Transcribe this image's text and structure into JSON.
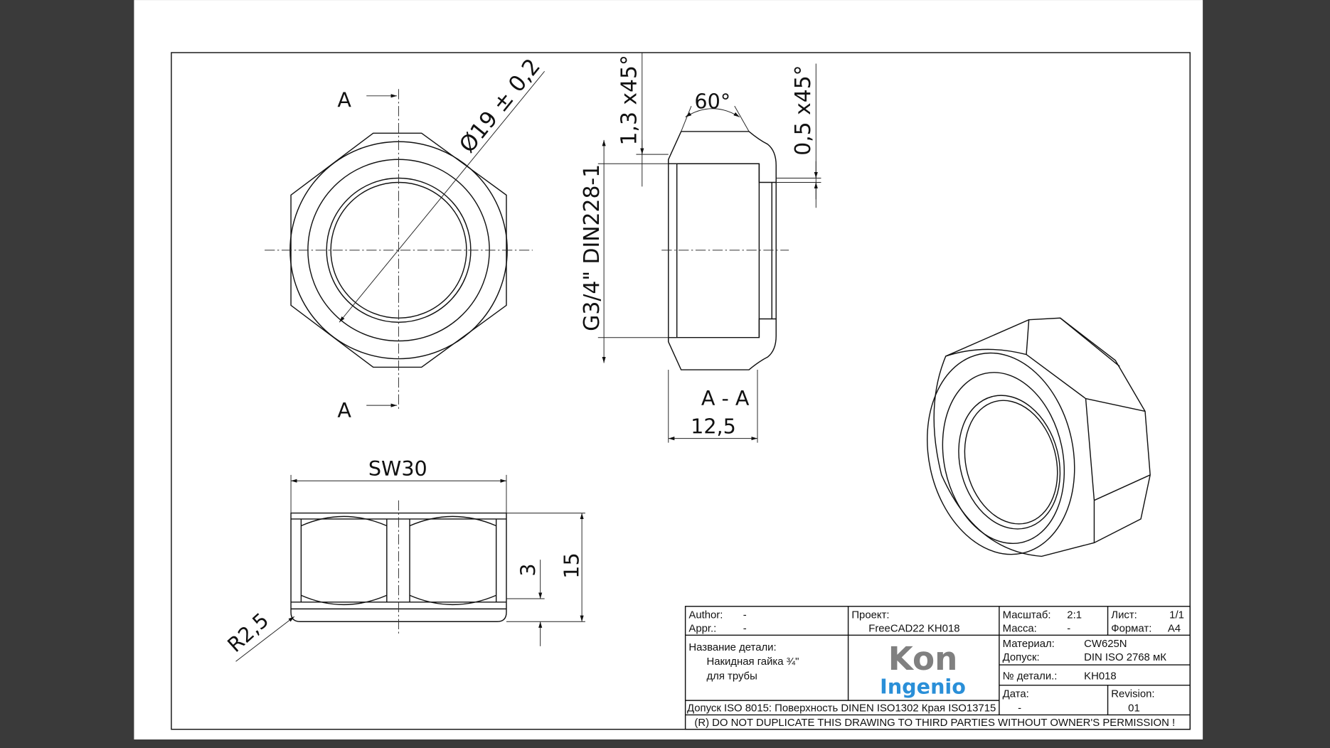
{
  "colors": {
    "background": "#3a3a3a",
    "paper": "#ffffff",
    "ink": "#111111",
    "logo_gray": "#808080",
    "logo_blue": "#2a8fd8"
  },
  "drawing": {
    "section_mark": "A",
    "diameter": "Ø19 ± 0,2",
    "chamfer_inner": "1,3 x45°",
    "angle": "60°",
    "chamfer_outer": "0,5 x45°",
    "thread": "G3/4\" DIN228-1",
    "section_label": "A - A",
    "width": "12,5",
    "across_flats": "SW30",
    "height": "15",
    "collar_height": "3",
    "radius": "R2,5"
  },
  "title_block": {
    "author_label": "Author:",
    "author": "-",
    "appr_label": "Appr.:",
    "appr": "-",
    "project_label": "Проект:",
    "project": "FreeCAD22 KH018",
    "scale_label": "Масштаб:",
    "scale": "2:1",
    "mass_label": "Масса:",
    "mass": "-",
    "sheet_label": "Лист:",
    "sheet": "1/1",
    "format_label": "Формат:",
    "format": "A4",
    "part_name_label": "Название детали:",
    "part_name_line1": "Накидная гайка ¾\"",
    "part_name_line2": "для трубы",
    "logo_top": "Kon",
    "logo_bottom": "Ingenio",
    "material_label": "Материал:",
    "material": "CW625N",
    "tolerance_label": "Допуск:",
    "tolerance": "DIN ISO 2768 мК",
    "part_no_label": "№ детали.:",
    "part_no": "KH018",
    "date_label": "Дата:",
    "date": "-",
    "revision_label": "Revision:",
    "revision": "01",
    "standards": "Допуск ISO 8015: Поверхность DINEN ISO1302 Края ISO13715",
    "notice": "(R) DO NOT DUPLICATE THIS DRAWING TO THIRD PARTIES WITHOUT OWNER'S PERMISSION !"
  }
}
